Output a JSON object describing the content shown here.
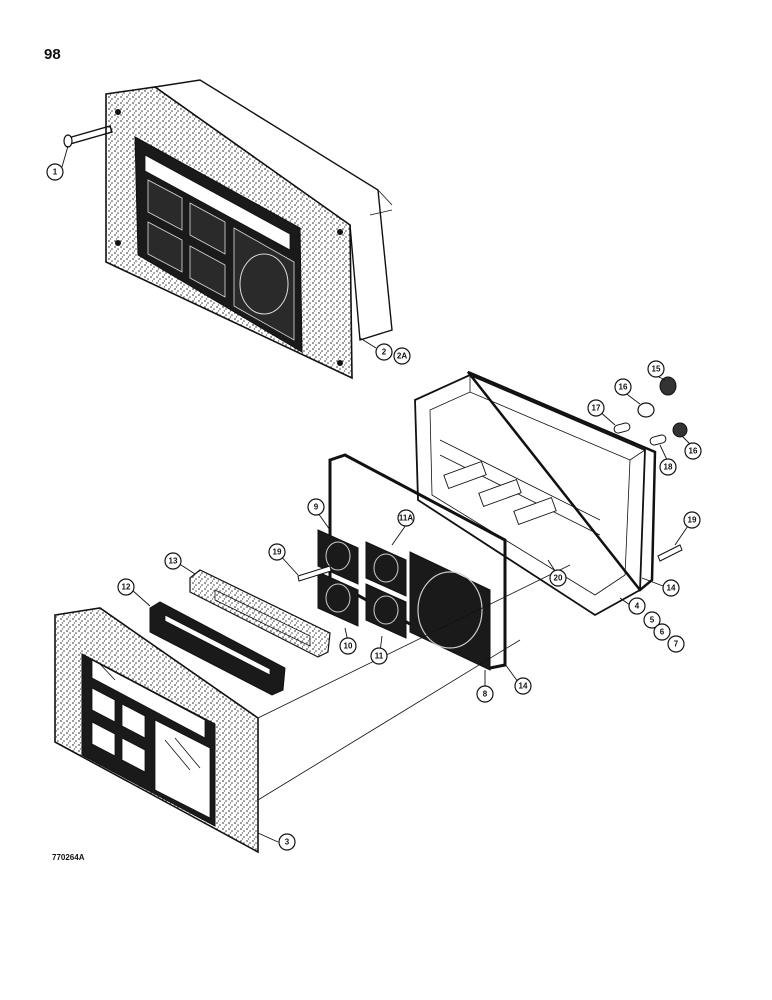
{
  "page": {
    "number": "98",
    "figure_ref": "770264A"
  },
  "colors": {
    "ink": "#111111",
    "paper": "#ffffff",
    "stipple": "#555555"
  },
  "callouts": [
    {
      "id": "c1",
      "label": "1"
    },
    {
      "id": "c2",
      "label": "2"
    },
    {
      "id": "c2a",
      "label": "2A"
    },
    {
      "id": "c3",
      "label": "3"
    },
    {
      "id": "c4",
      "label": "4"
    },
    {
      "id": "c5",
      "label": "5"
    },
    {
      "id": "c6",
      "label": "6"
    },
    {
      "id": "c7",
      "label": "7"
    },
    {
      "id": "c8",
      "label": "8"
    },
    {
      "id": "c9",
      "label": "9"
    },
    {
      "id": "c10",
      "label": "10"
    },
    {
      "id": "c11",
      "label": "11"
    },
    {
      "id": "c11a",
      "label": "11A"
    },
    {
      "id": "c12",
      "label": "12"
    },
    {
      "id": "c13",
      "label": "13"
    },
    {
      "id": "c14a",
      "label": "14"
    },
    {
      "id": "c14b",
      "label": "14"
    },
    {
      "id": "c15",
      "label": "15"
    },
    {
      "id": "c16a",
      "label": "16"
    },
    {
      "id": "c16b",
      "label": "16"
    },
    {
      "id": "c17",
      "label": "17"
    },
    {
      "id": "c18",
      "label": "18"
    },
    {
      "id": "c19a",
      "label": "19"
    },
    {
      "id": "c19b",
      "label": "19"
    },
    {
      "id": "c20",
      "label": "20"
    }
  ]
}
